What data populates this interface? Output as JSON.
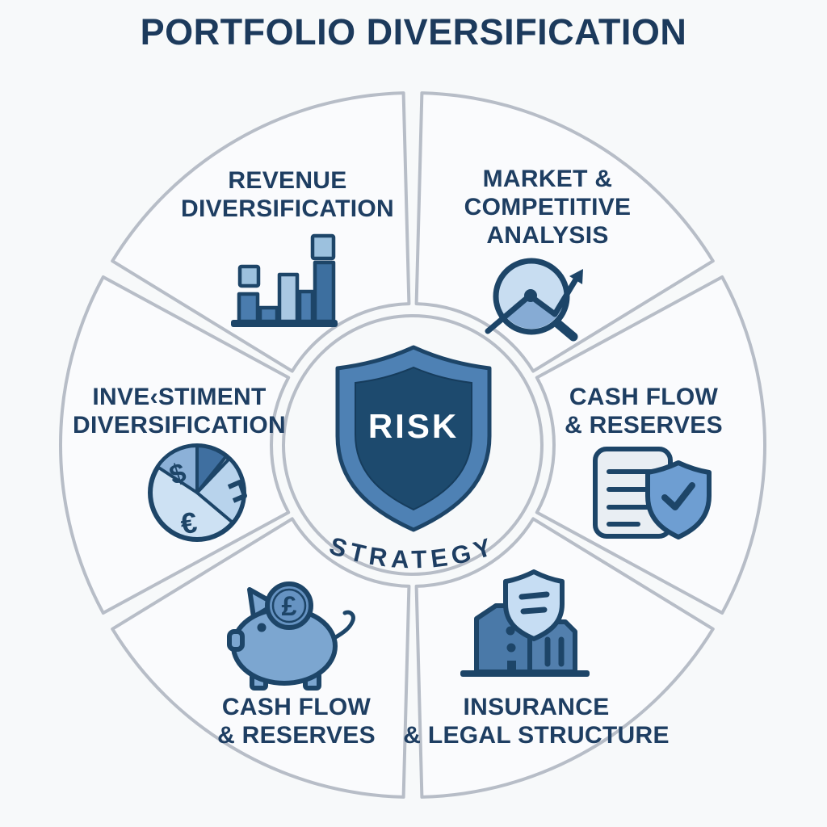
{
  "title": "PORTFOLIO DIVERSIFICATION",
  "center": {
    "shield_label": "RISK",
    "arc_label": "STRATEGY"
  },
  "segments": [
    {
      "id": "revenue",
      "label_lines": [
        "REVENUE",
        "DIVERSIFICATION"
      ],
      "icon": "bar-chart-icon"
    },
    {
      "id": "market",
      "label_lines": [
        "MARKET &",
        "COMPETITIVE",
        "ANALYSIS"
      ],
      "icon": "magnifier-trend-icon"
    },
    {
      "id": "cash-reserves-right",
      "label_lines": [
        "CASH FLOW",
        "& RESERVES"
      ],
      "icon": "document-shield-check-icon"
    },
    {
      "id": "insurance",
      "label_lines": [
        "INSURANCE",
        "& LEGAL STRUCTURE"
      ],
      "icon": "building-shield-icon"
    },
    {
      "id": "cash-reserves-bottom",
      "label_lines": [
        "CASH FLOW",
        "& RESERVES"
      ],
      "icon": "piggy-bank-icon"
    },
    {
      "id": "investment",
      "label_lines": [
        "INVE‹STIMENT",
        "DIVERSIFICATION"
      ],
      "icon": "pie-currency-icon"
    }
  ],
  "symbols": {
    "dollar": "$",
    "euro": "€",
    "pound": "£"
  },
  "colors": {
    "background": "#f7f9fa",
    "title_navy": "#1c3a5c",
    "label_navy": "#1e3e62",
    "ring_line_gray": "#b7bdc7",
    "icon_outline_navy": "#1d4568",
    "shield_outer_blue": "#4e81b4",
    "shield_inner_navy": "#1d4a6e",
    "blue_medium": "#4a7cae",
    "blue_light": "#a9c8e3",
    "blue_pale": "#cde1f3",
    "risk_text": "#ffffff"
  }
}
